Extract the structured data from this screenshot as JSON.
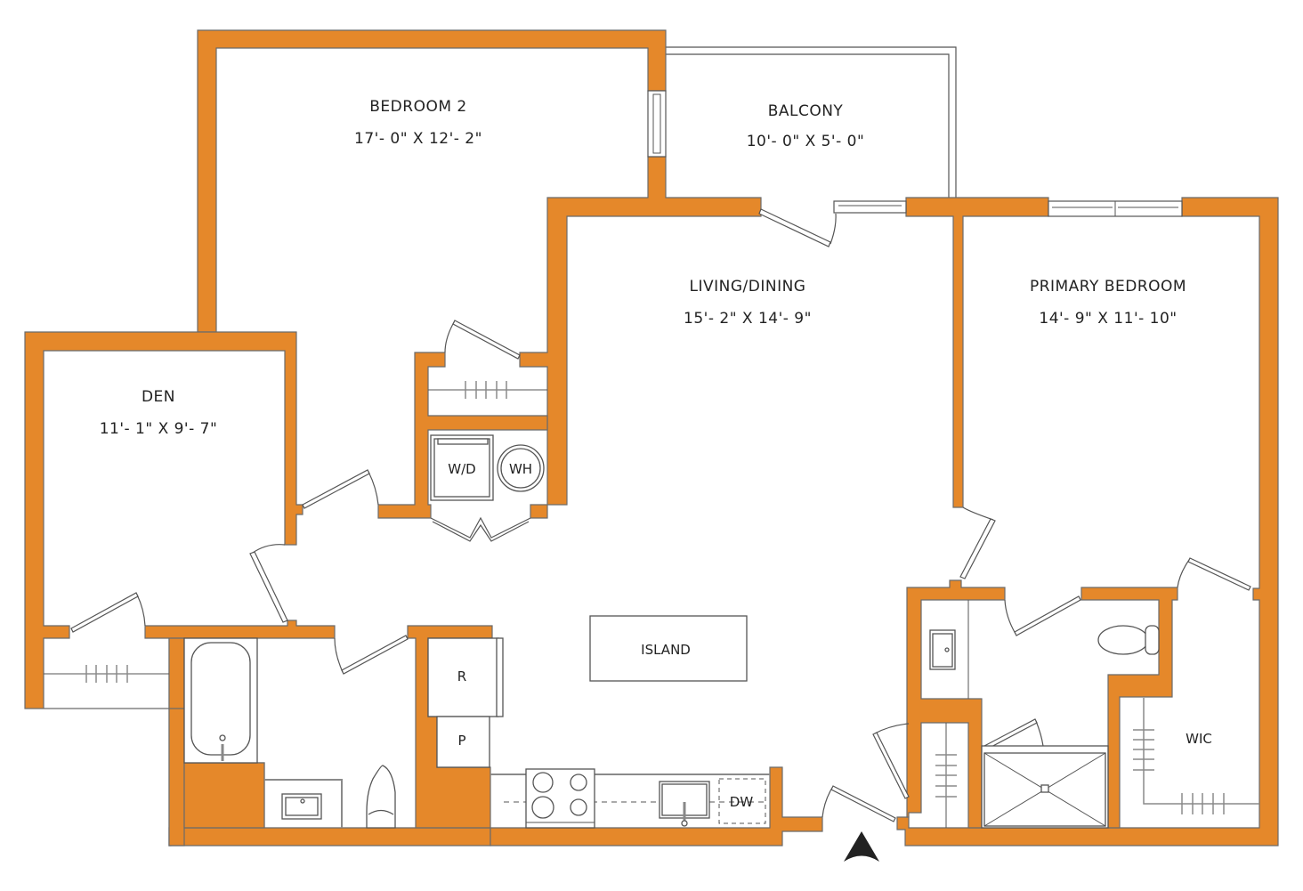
{
  "plan": {
    "wall_color": "#E5882A",
    "rooms": [
      {
        "id": "bedroom-2",
        "name": "BEDROOM 2",
        "dims": "17'- 0\" X 12'- 2\""
      },
      {
        "id": "balcony",
        "name": "BALCONY",
        "dims": "10'- 0\" X 5'- 0\""
      },
      {
        "id": "living-dining",
        "name": "LIVING/DINING",
        "dims": "15'- 2\" X 14'- 9\""
      },
      {
        "id": "primary-bedroom",
        "name": "PRIMARY BEDROOM",
        "dims": "14'- 9\" X 11'- 10\""
      },
      {
        "id": "den",
        "name": "DEN",
        "dims": "11'- 1\" X 9'- 7\""
      }
    ],
    "fixtures": {
      "washer_dryer": "W/D",
      "water_heater": "WH",
      "island": "ISLAND",
      "refrigerator": "R",
      "pantry": "P",
      "dishwasher": "DW",
      "walk_in_closet": "WIC"
    },
    "entry_marker": "north-arrow"
  }
}
